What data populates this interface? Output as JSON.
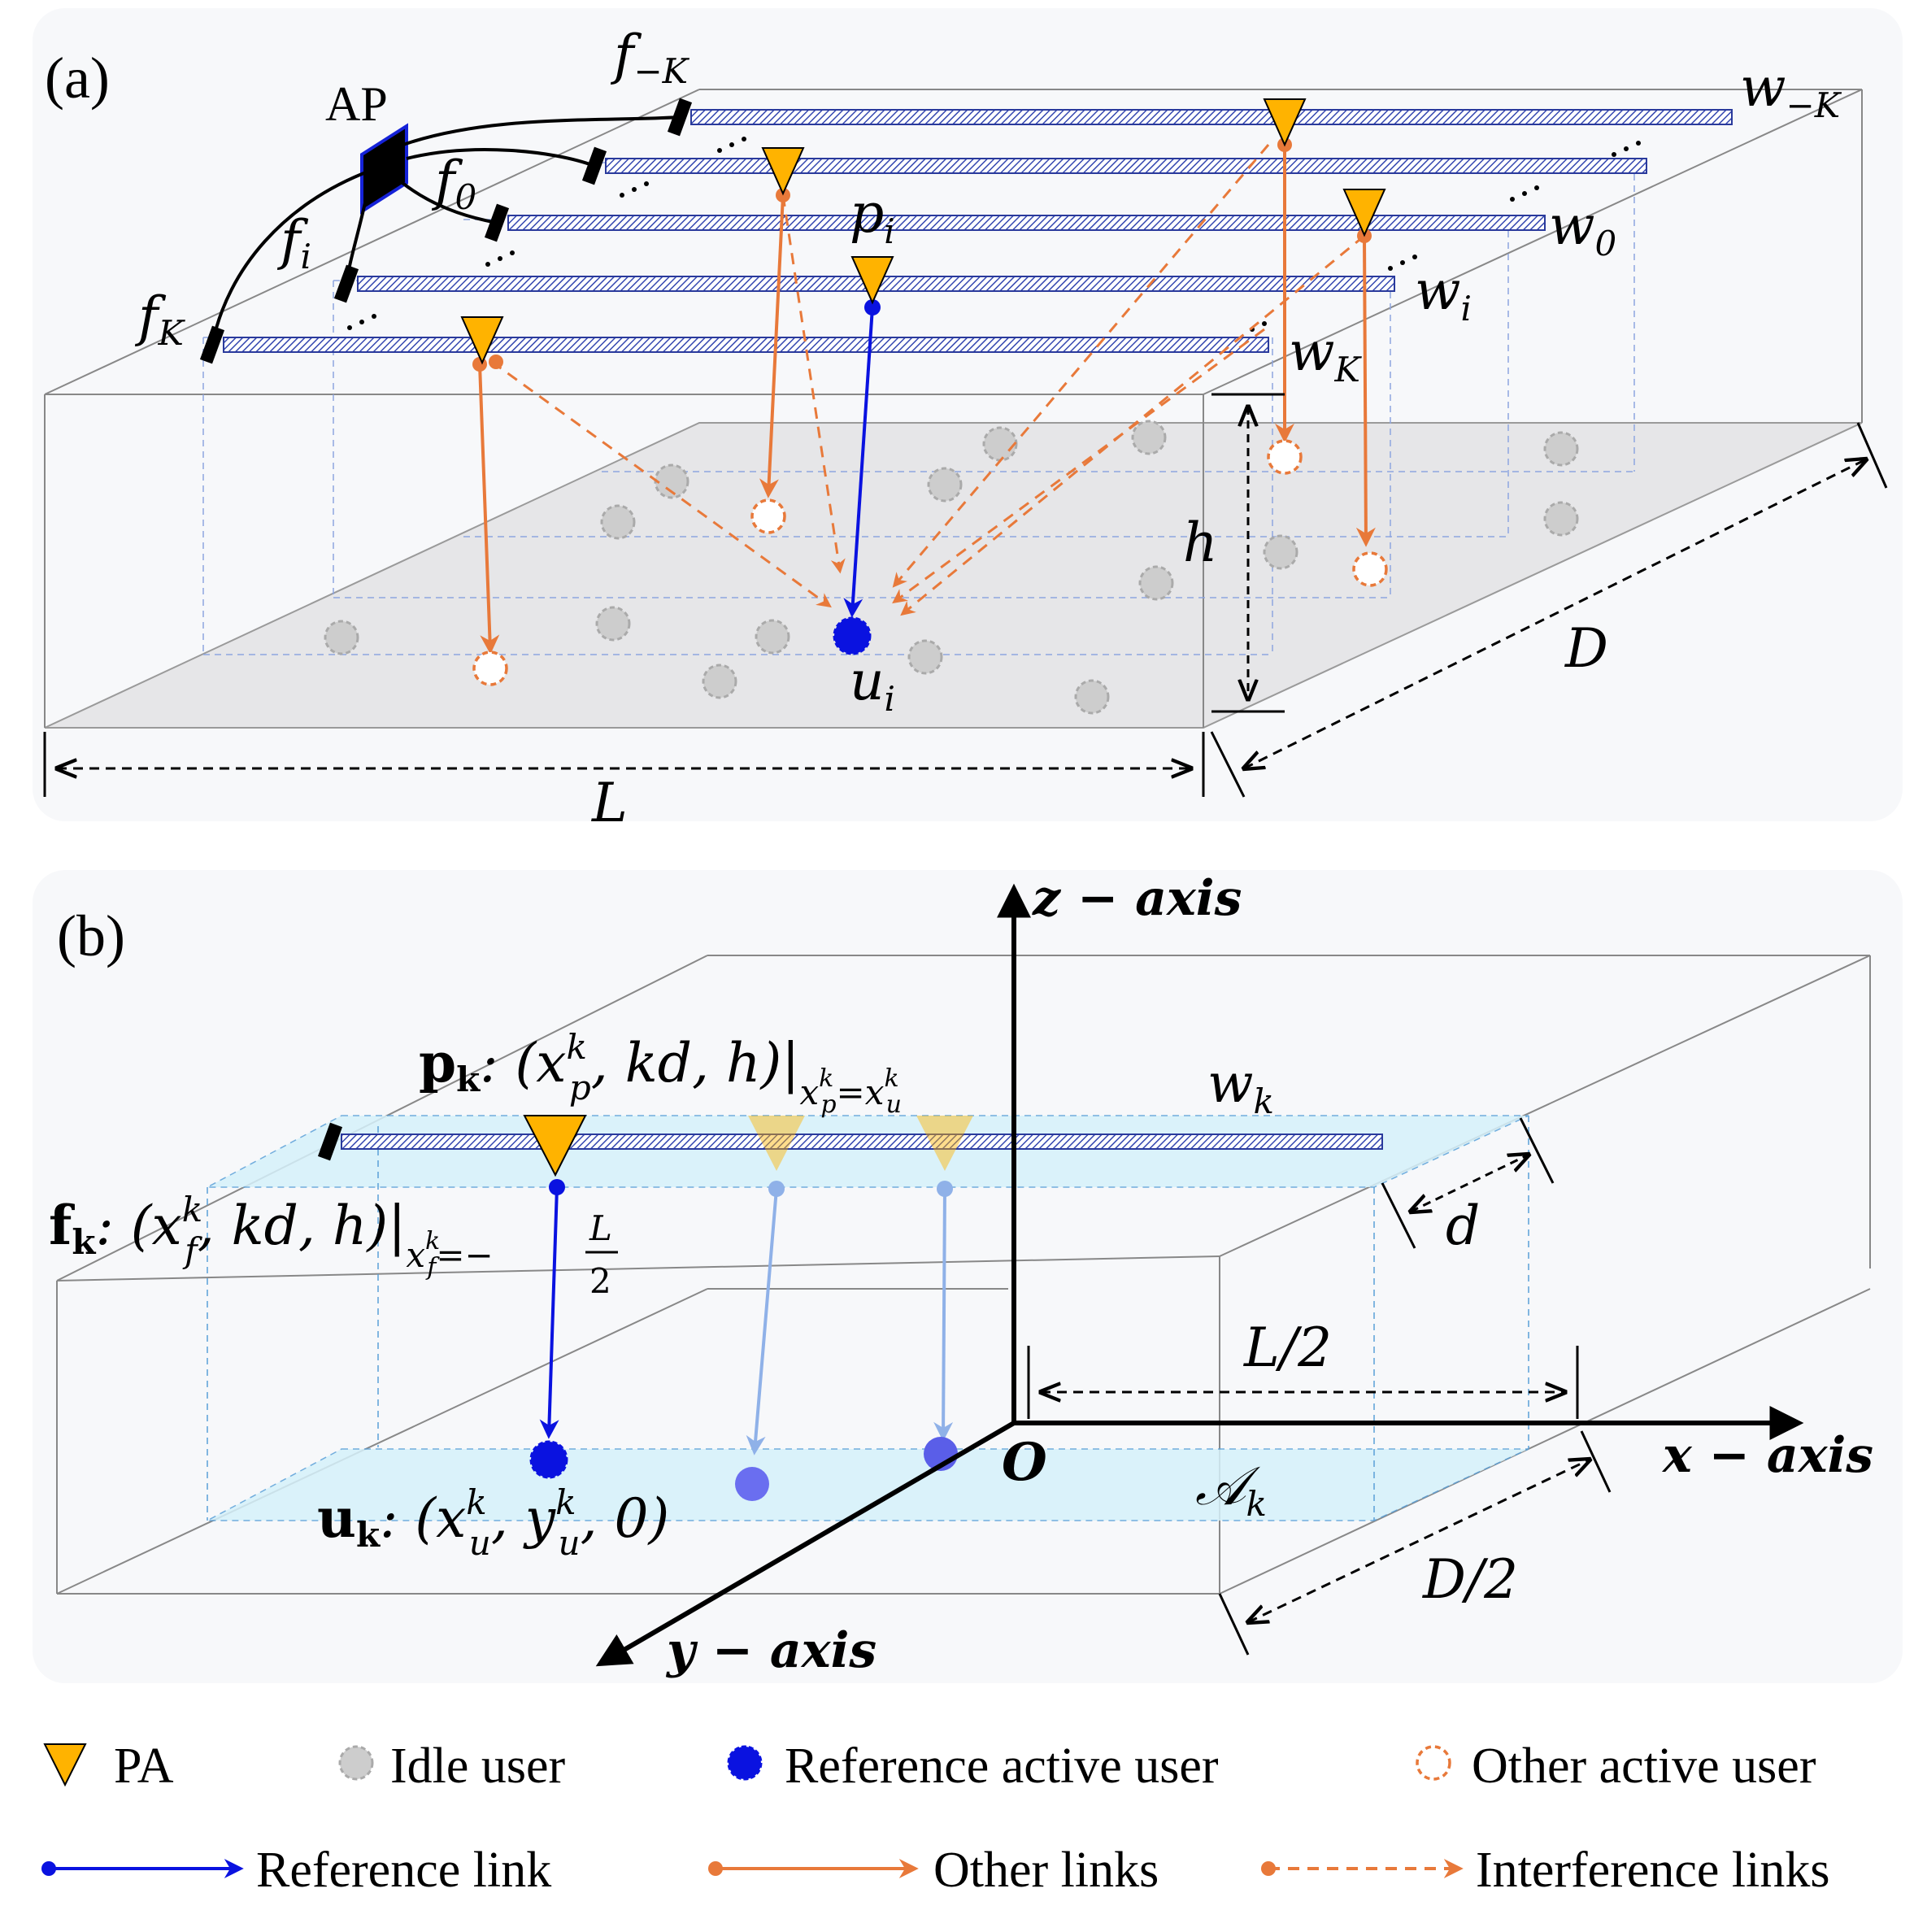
{
  "panel_a": {
    "label": "(a)",
    "ap_label": "AP",
    "feed_labels": {
      "f_minus_K": "f",
      "f_minus_K_sub": "−K",
      "f0": "f",
      "f0_sub": "0",
      "fi": "f",
      "fi_sub": "i",
      "fK": "f",
      "fK_sub": "K"
    },
    "waveguide_labels": {
      "w_minus_K": "w",
      "w_minus_K_sub": "−K",
      "w0": "w",
      "w0_sub": "0",
      "wi": "w",
      "wi_sub": "i",
      "wK": "w",
      "wK_sub": "K"
    },
    "pa_label": "p",
    "pa_label_sub": "i",
    "user_label": "u",
    "user_label_sub": "i",
    "dim_h": "h",
    "dim_L": "L",
    "dim_D": "D"
  },
  "panel_b": {
    "label": "(b)",
    "z_axis": "z − axis",
    "x_axis": "x − axis",
    "y_axis": "y − axis",
    "origin": "O",
    "p_label_bold": "p",
    "p_label_sub": "k",
    "p_label_expr": ": (x",
    "p_sup": "k",
    "p_sub": "p",
    "p_rest": ", kd, h)|",
    "p_cond": "x",
    "p_cond_sup": "k",
    "p_cond_sub": "p",
    "p_cond_eq": "=x",
    "p_cond_sup2": "k",
    "p_cond_sub2": "u",
    "f_label_bold": "f",
    "f_label_sub": "k",
    "f_label_expr": ": (x",
    "f_sup": "k",
    "f_sub": "f",
    "f_rest": ", kd, h)|",
    "f_cond": "x",
    "f_cond_sup": "k",
    "f_cond_sub": "f",
    "f_cond_eq": "=−",
    "f_frac_num": "L",
    "f_frac_den": "2",
    "u_label_bold": "u",
    "u_label_sub": "k",
    "u_label_expr": ": (x",
    "u_sup": "k",
    "u_sub": "u",
    "u_mid": ", y",
    "u_sup2": "k",
    "u_sub2": "u",
    "u_rest": ", 0)",
    "w_label": "w",
    "w_label_sub": "k",
    "region_label": "𝒜",
    "region_sub": "k",
    "dim_d": "d",
    "dim_L2": "L/2",
    "dim_D2": "D/2"
  },
  "legend": {
    "pa": "PA",
    "idle": "Idle user",
    "ref_user": "Reference active user",
    "other_user": "Other active user",
    "ref_link": "Reference link",
    "other_links": "Other links",
    "interf_links": "Interference links"
  },
  "colors": {
    "orange": "#e8793a",
    "blue": "#0a12e0",
    "pa_fill": "#ffb300",
    "idle": "#c8c8c8",
    "waveguide": "#2a3a9c",
    "region": "#d6f1fb"
  }
}
